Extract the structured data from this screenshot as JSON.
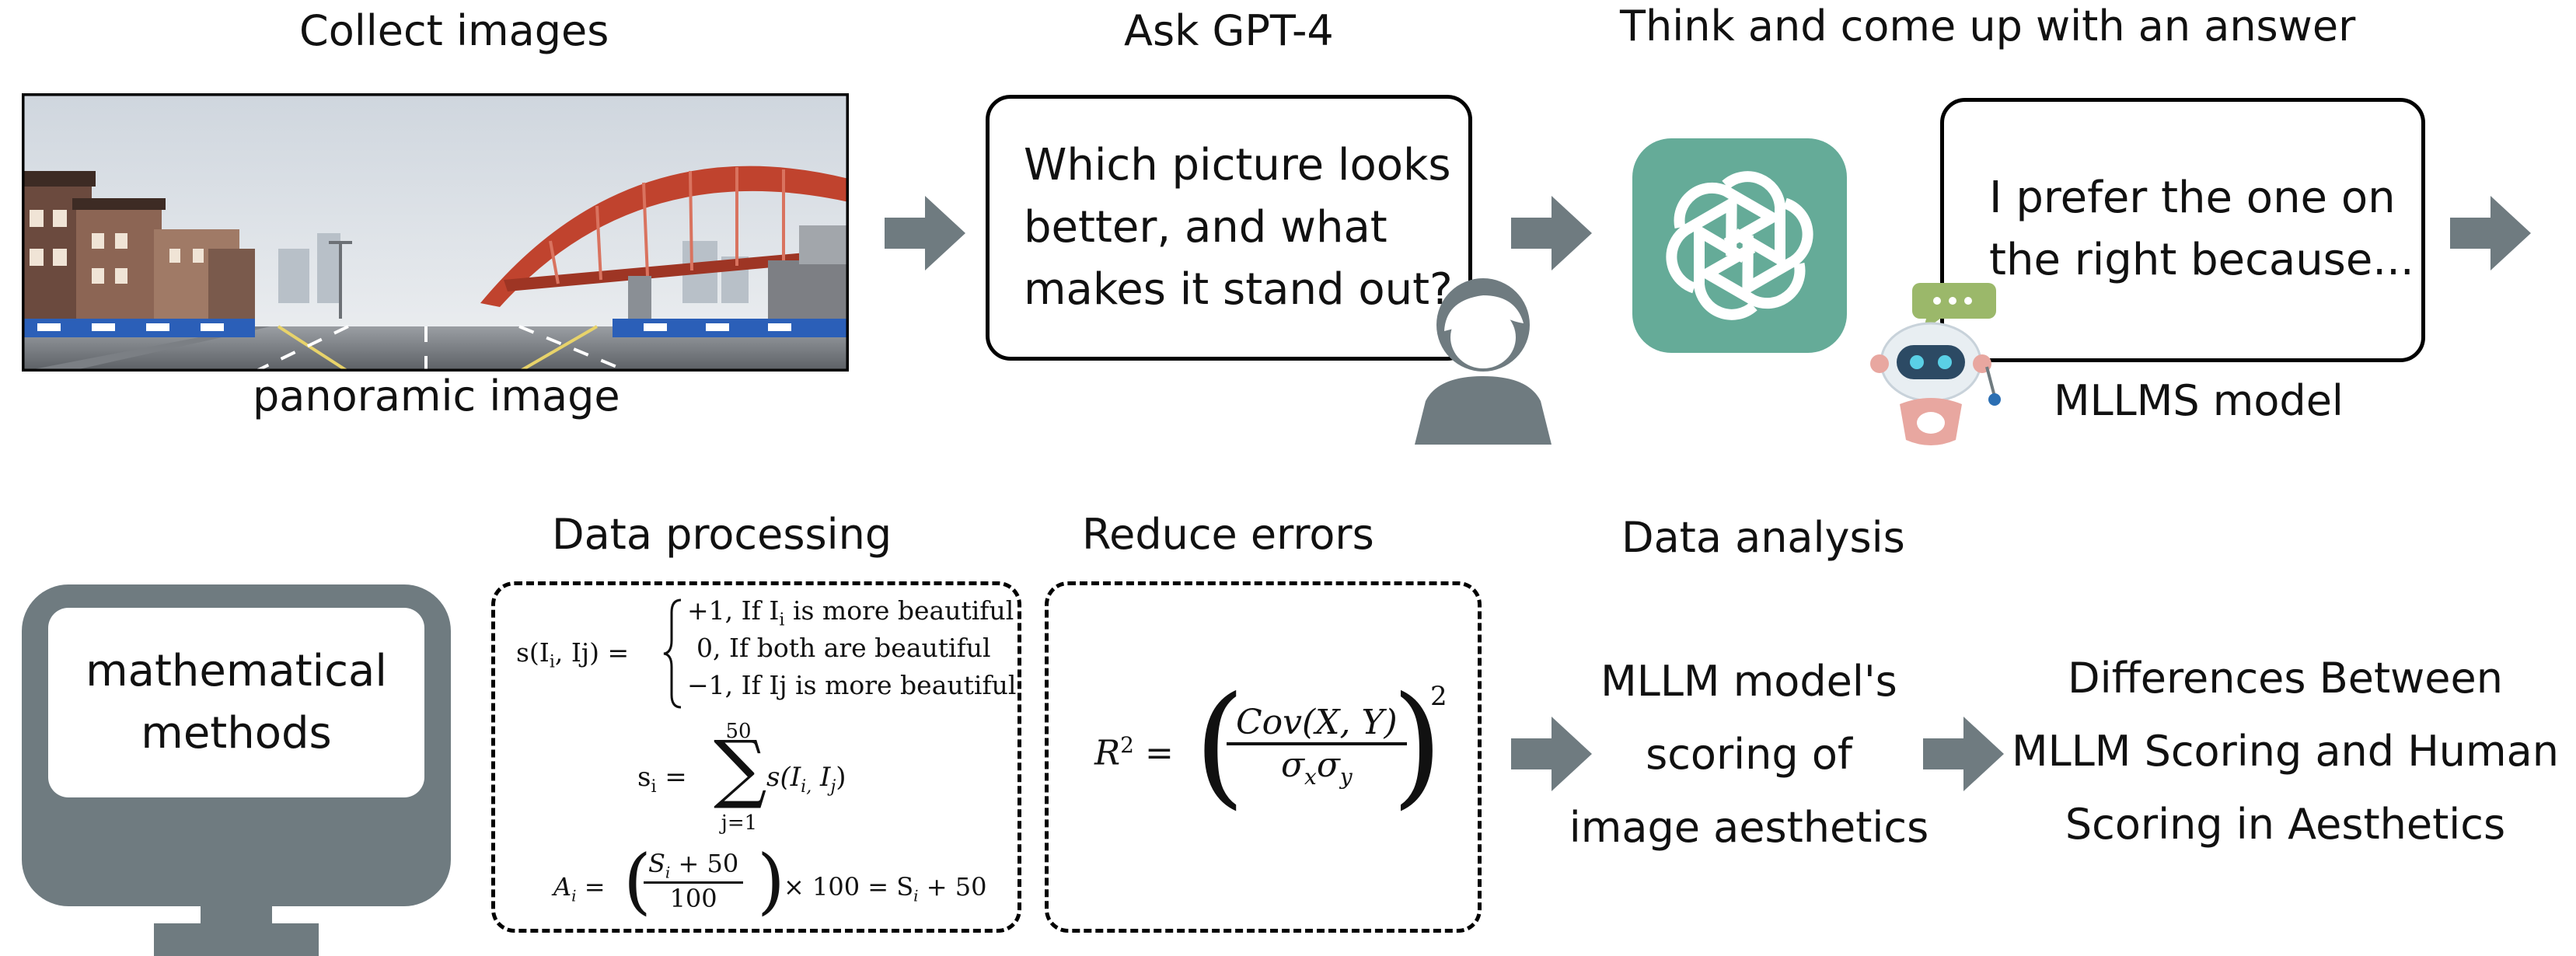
{
  "top": {
    "collect_title": "Collect images",
    "panorama_caption": "panoramic image",
    "ask_title": "Ask GPT-4",
    "question_lines": [
      "Which picture looks",
      "better, and what",
      "makes it stand out?"
    ],
    "think_title": "Think and come up with an answer",
    "answer_lines": [
      "I prefer the one on",
      "the right because..."
    ],
    "model_caption": "MLLMS model"
  },
  "bottom": {
    "monitor_lines": [
      "mathematical",
      "methods"
    ],
    "processing_title": "Data processing",
    "reduce_title": "Reduce errors",
    "analysis_title": "Data analysis",
    "scoring_lines": [
      "MLLM model's",
      "scoring of",
      "image aesthetics"
    ],
    "differences_lines": [
      "Differences Between",
      "MLLM Scoring and Human",
      "Scoring in Aesthetics"
    ]
  },
  "formulas": {
    "s_lhs": "s(I",
    "s_lhs_sub": "i",
    "s_lhs_rest": ", Ij) =",
    "case1": "+1, If  I",
    "case1_sub": "i",
    "case1_rest": "  is  more  beautiful",
    "case2": "0, If  both  are  beautiful",
    "case3": "−1, If  Ij  is  more  beautiful",
    "sum_lhs": "s",
    "sum_lhs_sub": "i",
    "sum_top": "50",
    "sum_bottom": "j=1",
    "sum_term": "s(I",
    "sum_term_sub1": "i,",
    "sum_term_mid": " I",
    "sum_term_sub2": "j",
    "sum_term_end": ")",
    "a_lhs": "A",
    "a_lhs_sub": "i",
    "a_num": "S",
    "a_num_sub": "i",
    "a_num_rest": " + 50",
    "a_den": "100",
    "a_rest": "× 100 = S",
    "a_rest_sub": "i",
    "a_rest_end": " + 50",
    "r2_lhs": "R",
    "r2_sup": "2",
    "r2_eq": " =",
    "r2_num": "Cov(X, Y)",
    "r2_den_a": "σ",
    "r2_den_a_sub": "x",
    "r2_den_b": "σ",
    "r2_den_b_sub": "y",
    "r2_exp": "2"
  },
  "colors": {
    "arrow": "#6f7b80",
    "gpt_tile": "#65ab98",
    "monitor": "#6f7b80",
    "person": "#6f7b80"
  }
}
